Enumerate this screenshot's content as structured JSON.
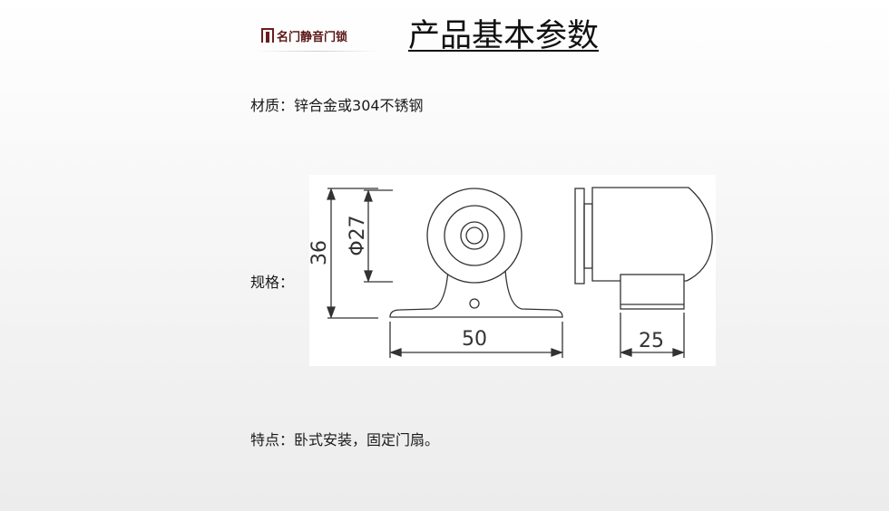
{
  "logo": {
    "brand_text": "名门静音门锁"
  },
  "title": "产品基本参数",
  "material": {
    "label": "材质：",
    "value": "锌合金或304不锈钢"
  },
  "spec": {
    "label": "规格："
  },
  "drawing": {
    "dimensions": {
      "height": "36",
      "diameter": "Φ27",
      "width": "50",
      "depth": "25"
    }
  },
  "feature": {
    "label": "特点：",
    "value": "卧式安装，固定门扇。"
  }
}
